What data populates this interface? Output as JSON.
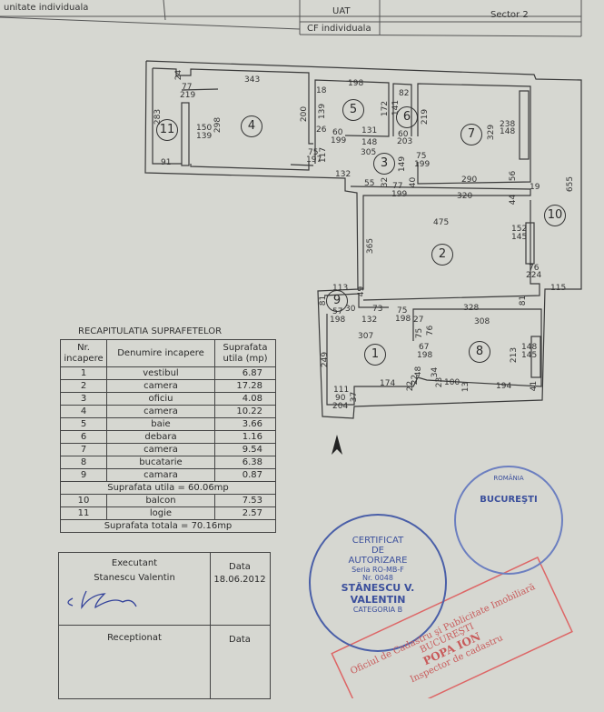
{
  "header": {
    "unit_label": "unitate individuala",
    "uat_label": "UAT",
    "uat_value": "Sector 2",
    "cf_label": "CF individuala"
  },
  "plan": {
    "rooms": [
      "1",
      "2",
      "3",
      "4",
      "5",
      "6",
      "7",
      "8",
      "9",
      "10",
      "11"
    ],
    "dimensions": [
      "24",
      "343",
      "77",
      "219",
      "283",
      "298",
      "150",
      "139",
      "91",
      "200",
      "18",
      "198",
      "139",
      "26",
      "60",
      "199",
      "131",
      "172",
      "148",
      "305",
      "117",
      "75",
      "197",
      "132",
      "55",
      "32",
      "82",
      "141",
      "60",
      "203",
      "149",
      "77",
      "199",
      "40",
      "219",
      "238",
      "148",
      "329",
      "75",
      "199",
      "290",
      "56",
      "320",
      "44",
      "19",
      "475",
      "655",
      "365",
      "152",
      "145",
      "76",
      "224",
      "115",
      "81",
      "113",
      "49",
      "81",
      "57",
      "198",
      "30",
      "73",
      "132",
      "75",
      "198",
      "328",
      "27",
      "308",
      "75",
      "76",
      "307",
      "67",
      "198",
      "249",
      "148",
      "145",
      "213",
      "48",
      "22",
      "34",
      "23",
      "100",
      "13",
      "194",
      "41",
      "174",
      "22",
      "111",
      "90",
      "204",
      "37"
    ]
  },
  "recap": {
    "title": "RECAPITULATIA SUPRAFETELOR",
    "headers": [
      "Nr. incapere",
      "Denumire incapere",
      "Suprafata utila (mp)"
    ],
    "rows": [
      [
        "1",
        "vestibul",
        "6.87"
      ],
      [
        "2",
        "camera",
        "17.28"
      ],
      [
        "3",
        "oficiu",
        "4.08"
      ],
      [
        "4",
        "camera",
        "10.22"
      ],
      [
        "5",
        "baie",
        "3.66"
      ],
      [
        "6",
        "debara",
        "1.16"
      ],
      [
        "7",
        "camera",
        "9.54"
      ],
      [
        "8",
        "bucatarie",
        "6.38"
      ],
      [
        "9",
        "camara",
        "0.87"
      ]
    ],
    "utila": "Suprafata utila = 60.06mp",
    "rows2": [
      [
        "10",
        "balcon",
        "7.53"
      ],
      [
        "11",
        "logie",
        "2.57"
      ]
    ],
    "totala": "Suprafata totala = 70.16mp"
  },
  "signature": {
    "executant_label": "Executant",
    "executant_name": "Stanescu Valentin",
    "date_label": "Data",
    "date_value": "18.06.2012",
    "receptionat_label": "Receptionat",
    "date_label2": "Data"
  },
  "stamps": {
    "certificate": {
      "l1": "CERTIFICAT",
      "l2": "DE",
      "l3": "AUTORIZARE",
      "l4": "Seria RO-MB-F",
      "l5": "Nr. 0048",
      "l6": "STĂNESCU V.",
      "l7": "VALENTIN",
      "l8": "CATEGORIA B"
    },
    "ocpi": {
      "city": "BUCUREŞTI",
      "country": "ROMÂNIA"
    },
    "red": {
      "l1": "Oficiul de Cadastru şi Publicitate Imobiliară",
      "l2": "BUCUREŞTI",
      "l3": "POPA ION",
      "l4": "Inspector de cadastru"
    }
  }
}
